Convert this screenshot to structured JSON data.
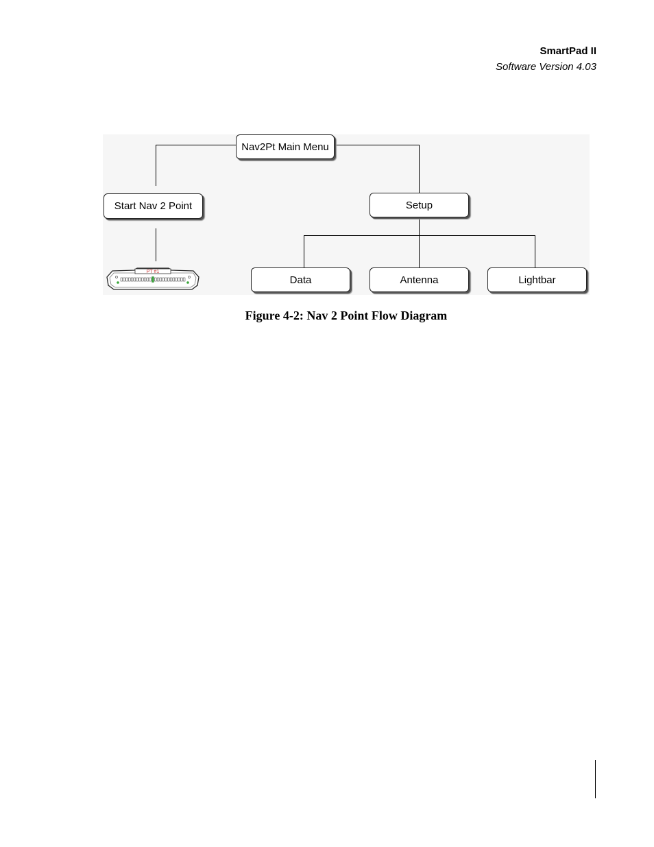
{
  "header": {
    "title": "SmartPad II",
    "version": "Software Version 4.03"
  },
  "diagram": {
    "nodes": {
      "main_menu": "Nav2Pt Main Menu",
      "start": "Start Nav 2 Point",
      "setup": "Setup",
      "data": "Data",
      "antenna": "Antenna",
      "lightbar": "Lightbar"
    },
    "lightbar_display_text": "PT #1",
    "colors": {
      "display_text": "#cc3333",
      "led": "#3aa63a"
    }
  },
  "caption": "Figure 4-2: Nav 2 Point Flow Diagram"
}
